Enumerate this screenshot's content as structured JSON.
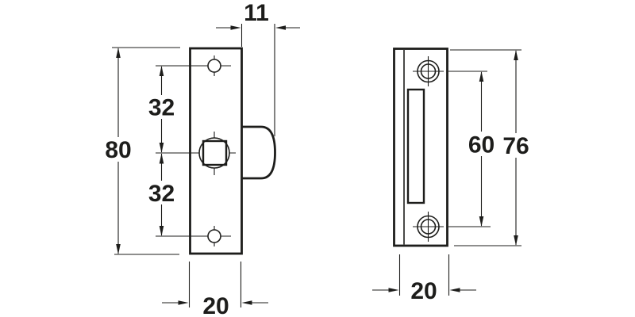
{
  "drawing": {
    "line_color": "#1d1d1b",
    "background_color": "#ffffff",
    "front_view": {
      "dim_latch_projection": "11",
      "dim_overall_height": "80",
      "dim_top_hole_to_spindle": "32",
      "dim_spindle_to_bottom_hole": "32",
      "dim_width": "20"
    },
    "strike_view": {
      "dim_hole_centers": "60",
      "dim_overall_height": "76",
      "dim_width": "20"
    }
  }
}
